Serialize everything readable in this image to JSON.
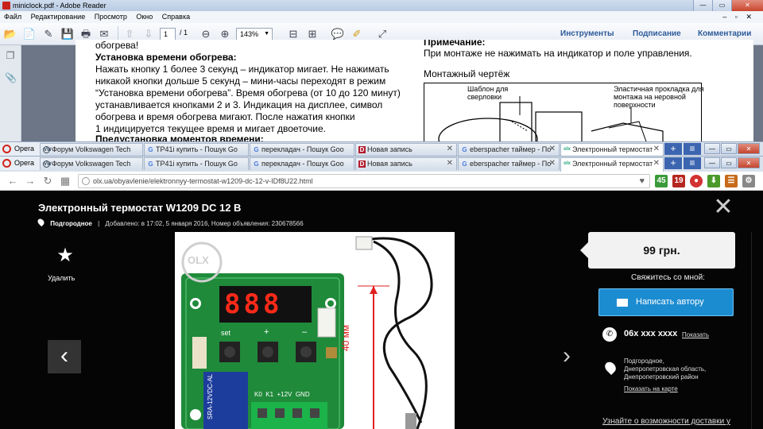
{
  "reader": {
    "title": "miniclock.pdf - Adobe Reader",
    "menu": [
      "Файл",
      "Редактирование",
      "Просмотр",
      "Окно",
      "Справка"
    ],
    "page_current": "1",
    "page_total": "/ 1",
    "zoom": "143%",
    "links": [
      "Инструменты",
      "Подписание",
      "Комментарии"
    ],
    "text_left": [
      "обогрева!",
      "Нажать кнопку 1 более 3 секунд – индикатор мигает. Не нажимать",
      "никакой кнопки дольше 5 секунд – мини-часы переходят в режим",
      "“Установка времени обогрева”. Время обогрева (от 10 до 120 минут)",
      "устанавливается кнопками 2 и 3. Индикация на дисплее, символ",
      "обогрева и время обогрева мигают. После нажатия кнопки",
      "1 индицируется текущее время и мигает двоеточие."
    ],
    "heading1": "Установка времени обогрева:",
    "heading2": "Предустановка моментов времени:",
    "right_heading": "Примечание:",
    "right_text": "При монтаже не нажимать на индикатор и поле управления.",
    "drawing_title": "Монтажный чертёж",
    "drawing_label1": "Шаблон для",
    "drawing_label1b": "сверловки",
    "drawing_label2": "Эластичная прокладка для",
    "drawing_label2b": "монтажа на неровной",
    "drawing_label2c": "поверхности"
  },
  "opera": {
    "badge": "Opera",
    "row1_tabs": [
      "Форум Volkswagen Tech",
      "TP41i купить - Пошук Go",
      "перекладач - Пошук Goo",
      "Новая запись",
      "eberspacher таймер - По",
      "Электронный термостат"
    ],
    "row2_tabs": [
      "Форум Volkswagen Tech",
      "TP41i купить - Пошук Go",
      "перекладач - Пошук Goo",
      "Новая запись",
      "eberspacher таймер - По",
      "Электронный термостат"
    ],
    "url": "olx.ua/obyavlenie/elektronnyy-termostat-w1209-dc-12-v-IDf8U22.html",
    "ext_badges": [
      "45",
      "19"
    ]
  },
  "olx": {
    "title": "Электронный термостат W1209 DC 12 В",
    "location": "Подгородное",
    "meta": "Добавлено: в 17:02, 5 января 2016, Номер объявления: 230678566",
    "favorite_label": "Удалить",
    "price": "99 грн.",
    "contact_label": "Свяжитесь со мной:",
    "message_button": "Написать автору",
    "phone": "06x xxx xxxx",
    "show_phone": "Показать",
    "address_lines": [
      "Подгородное,",
      "Днепропетровская область,",
      "Днепропетровский район"
    ],
    "map_link": "Показать на карте",
    "delivery_link": "Узнайте о возможности доставки у",
    "photo": {
      "display": "888",
      "buttons": [
        "set",
        "+",
        "–"
      ],
      "dimension": "40 мм",
      "relay_text": "SRA-12VDC-AL",
      "terminals": "K0  K1  +12V  GND",
      "watermark": "OLX"
    }
  }
}
